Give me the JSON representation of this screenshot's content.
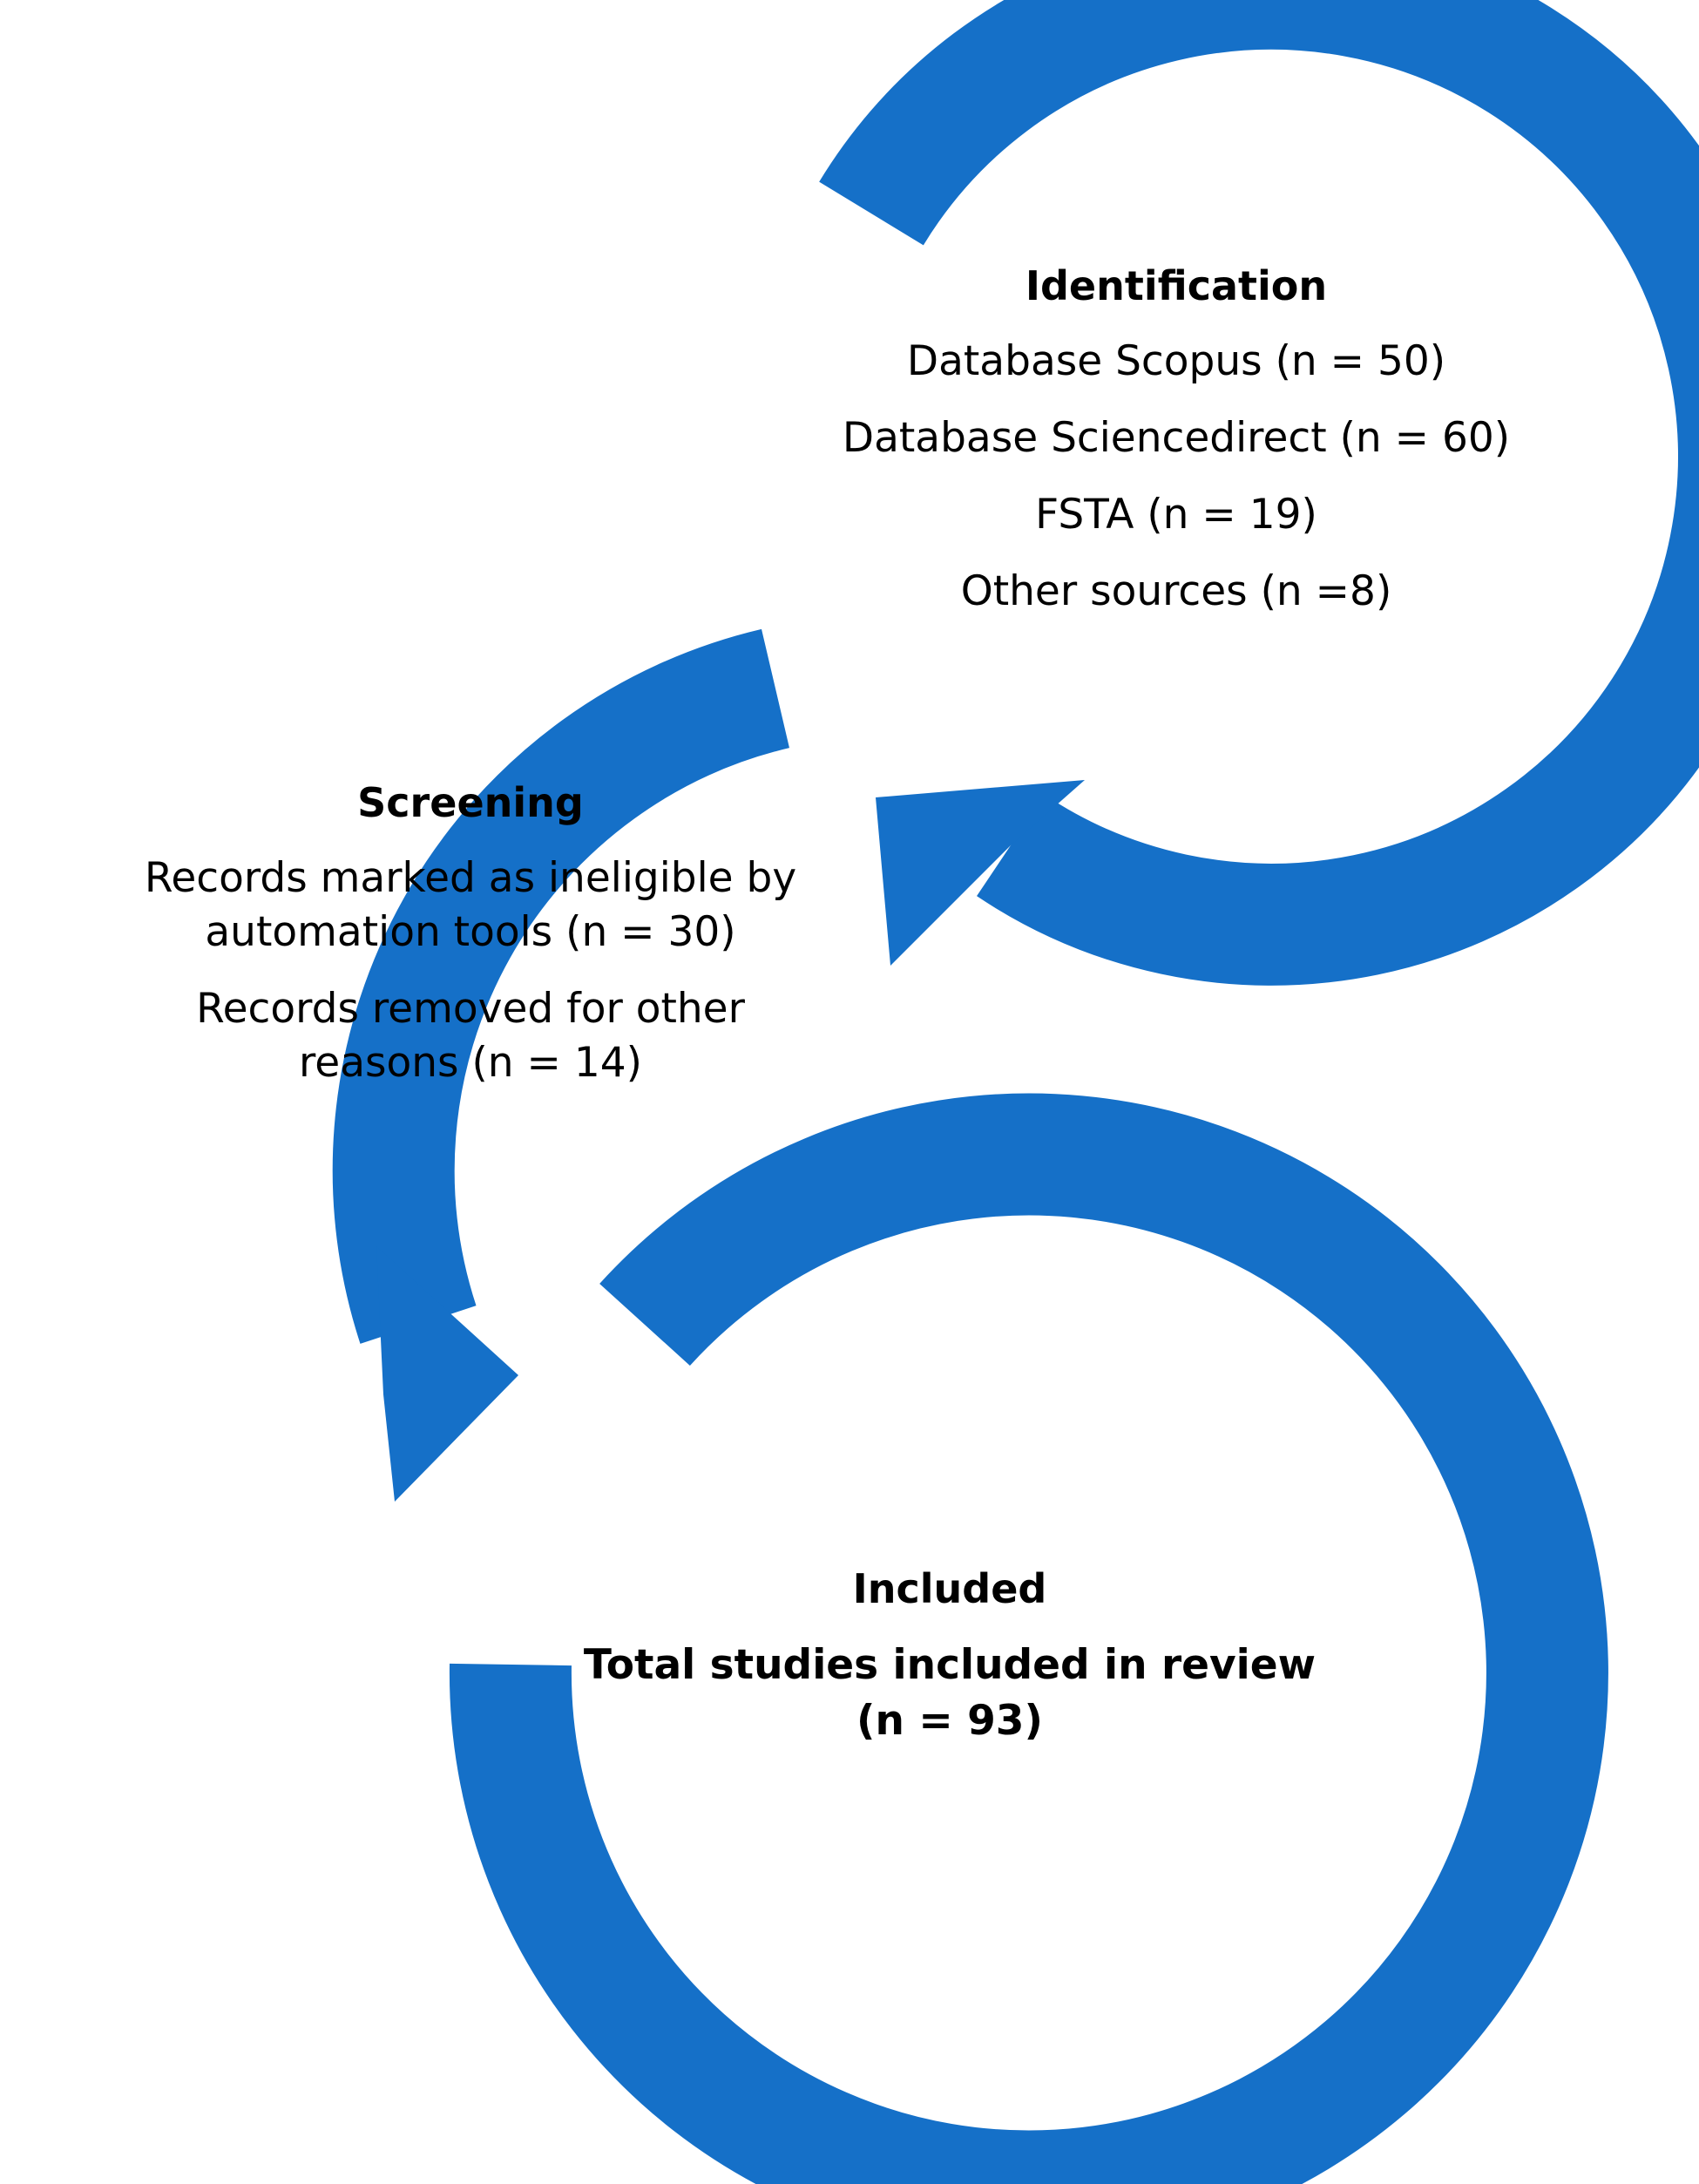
{
  "colors": {
    "arrow": "#1570C8",
    "text": "#000000",
    "background": "#FFFFFF"
  },
  "identification": {
    "title": "Identification",
    "items": [
      "Database Scopus (n = 50)",
      "Database Sciencedirect (n = 60)",
      "FSTA (n = 19)",
      "Other sources (n =8)"
    ]
  },
  "screening": {
    "title": "Screening",
    "items": [
      "Records marked as ineligible by automation tools (n = 30)",
      "Records removed for other reasons (n = 14)"
    ]
  },
  "included": {
    "title": "Included",
    "total": "Total studies included in review (n = 93)"
  }
}
